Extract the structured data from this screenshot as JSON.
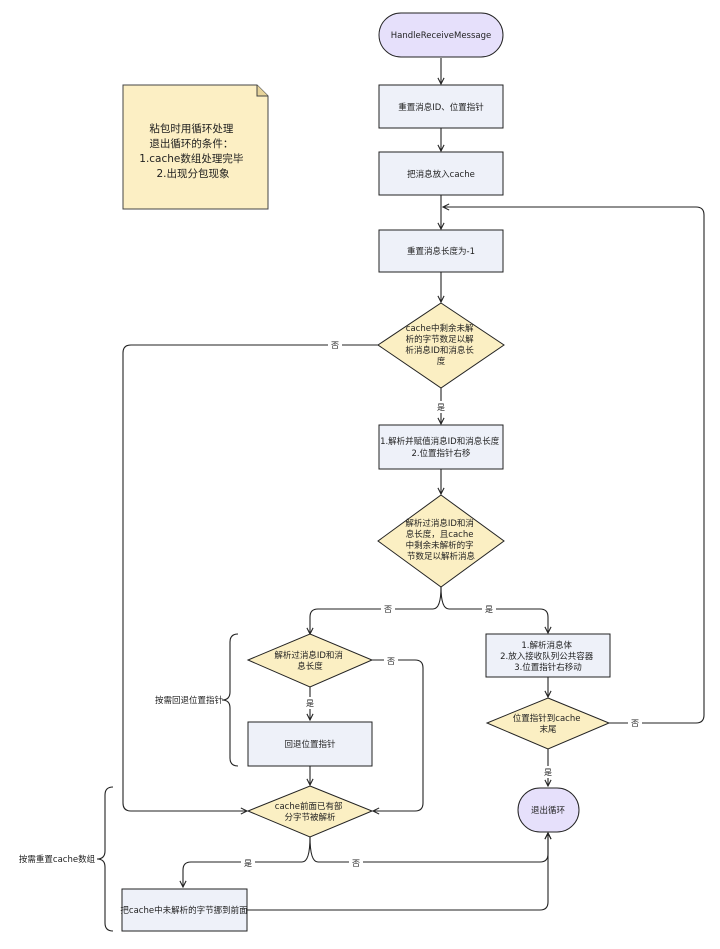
{
  "nodes": {
    "start": "HandleReceiveMessage",
    "reset": "重置消息ID、位置指针",
    "put_cache": "把消息放入cache",
    "reset_len": "重置消息长度为-1",
    "check_header": [
      "cache中剩余未解",
      "析的字节数足以解",
      "析消息ID和消息长",
      "度"
    ],
    "parse_header": [
      "1.解析并赋值消息ID和消息长度",
      "2.位置指针右移"
    ],
    "check_body": [
      "解析过消息ID和消",
      "息长度，且cache",
      "中剩余未解析的字",
      "节数足以解析消息"
    ],
    "parse_body": [
      "1.解析消息体",
      "2.放入接收队列公共容器",
      "3.位置指针右移动"
    ],
    "check_parsed": [
      "解析过消息ID和消",
      "息长度"
    ],
    "rollback": "回退位置指针",
    "check_end": [
      "位置指针到cache",
      "末尾"
    ],
    "exit": "退出循环",
    "check_partial": [
      "cache前面已有部",
      "分字节被解析"
    ],
    "move": "把cache中未解析的字节挪到前面"
  },
  "note": [
    "粘包时用循环处理",
    "退出循环的条件：",
    "1.cache数组处理完毕",
    "2.出现分包现象"
  ],
  "labels": {
    "yes": "是",
    "no": "否"
  },
  "side_labels": {
    "rollback_group": "按需回退位置指针",
    "reset_group": "按需重置cache数组"
  }
}
